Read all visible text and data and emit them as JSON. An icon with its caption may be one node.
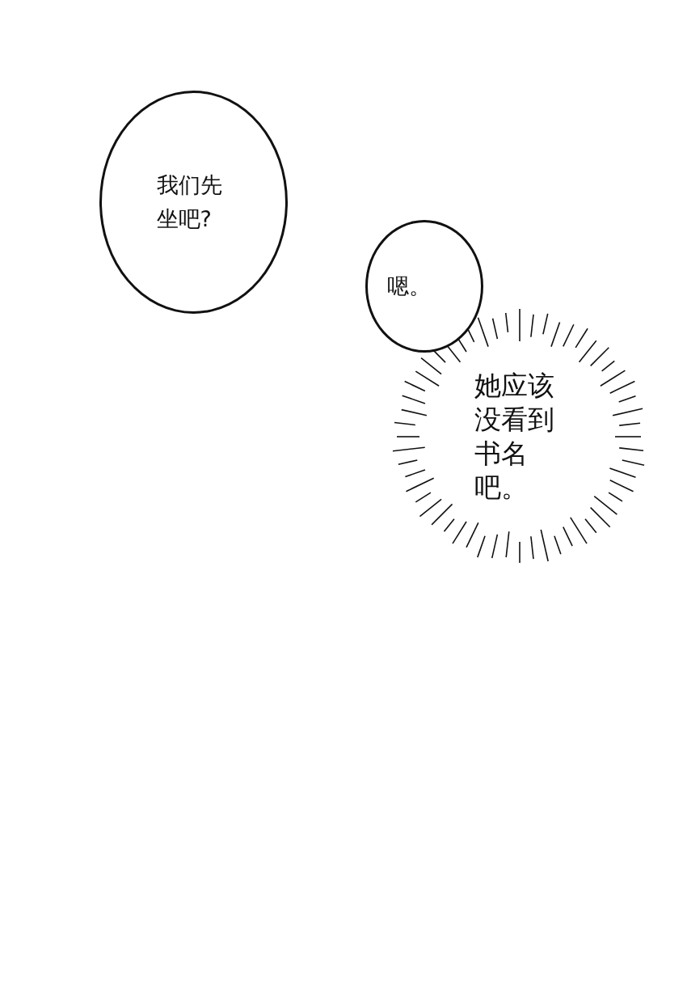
{
  "diagram": {
    "nodes": [
      {
        "text": [
          "我们先坐吧?"
        ]
      },
      {
        "text": [
          "嗯。"
        ]
      },
      {
        "text": [
          "她应该没看到书名吧。"
        ]
      }
    ]
  }
}
